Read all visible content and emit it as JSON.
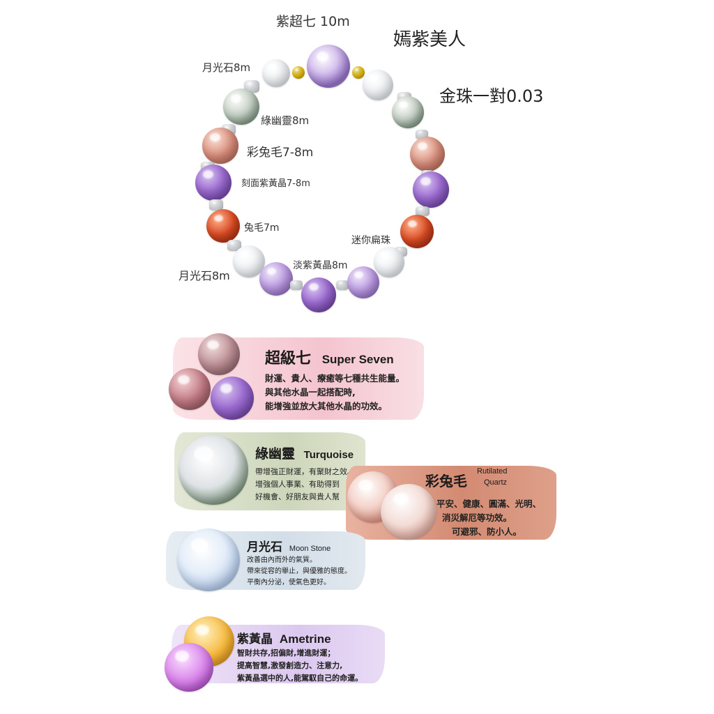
{
  "labels": {
    "super_seven_10m": "紫超七 10m",
    "title": "嫣紫美人",
    "moonstone_8m_top": "月光石8m",
    "gold_pair": "金珠一對0.03",
    "green_phantom_8m": "綠幽靈8m",
    "rutile_7_8m": "彩兔毛7-8m",
    "faceted_ametrine": "刻面紫黃晶7-8m",
    "rabbit_7m": "兔毛7m",
    "mini_flat": "迷你扁珠",
    "light_ametrine_8m": "淡紫黃晶8m",
    "moonstone_8m_bottom": "月光石8m"
  },
  "cards": {
    "super_seven": {
      "title_zh": "超級七",
      "title_en": "Super Seven",
      "lines": [
        "財運、貴人、療癒等七種共生能量。",
        "與其他水晶一起搭配時,",
        "能增強並放大其他水晶的功效。"
      ]
    },
    "green_phantom": {
      "title_zh": "綠幽靈",
      "title_en": "Turquoise",
      "lines": [
        "帶增強正財運，有聚財之效。",
        "增強個人事業、有助得到",
        "好機會、好朋友與貴人幫"
      ]
    },
    "rutilated": {
      "title_zh": "彩兔毛",
      "title_en_1": "Rutilated",
      "title_en_2": "Quartz",
      "lines": [
        "平安、健康、圓滿、光明、",
        "消災解厄等功效。",
        "可避邪、防小人。"
      ]
    },
    "moonstone": {
      "title_zh": "月光石",
      "title_en": "Moon Stone",
      "lines": [
        "改善由內而外的氣質。",
        "帶來從容的舉止，與優雅的態度。",
        "平衡內分泌，使氣色更好。"
      ]
    },
    "ametrine": {
      "title_zh": "紫黃晶",
      "title_en": "Ametrine",
      "lines": [
        "智財共存,招偏財,增進財運；",
        "提高智慧,激發創造力、注意力,",
        "紫黃晶選中的人,能駕馭自己的命運。"
      ]
    }
  },
  "colors": {
    "super_seven_bg": "#f6cfd8",
    "green_phantom_bg": "#d5dcc4",
    "rutilated_bg": "#d9957e",
    "moonstone_bg": "#dde6ee",
    "ametrine_bg": "#e4d6f1"
  }
}
